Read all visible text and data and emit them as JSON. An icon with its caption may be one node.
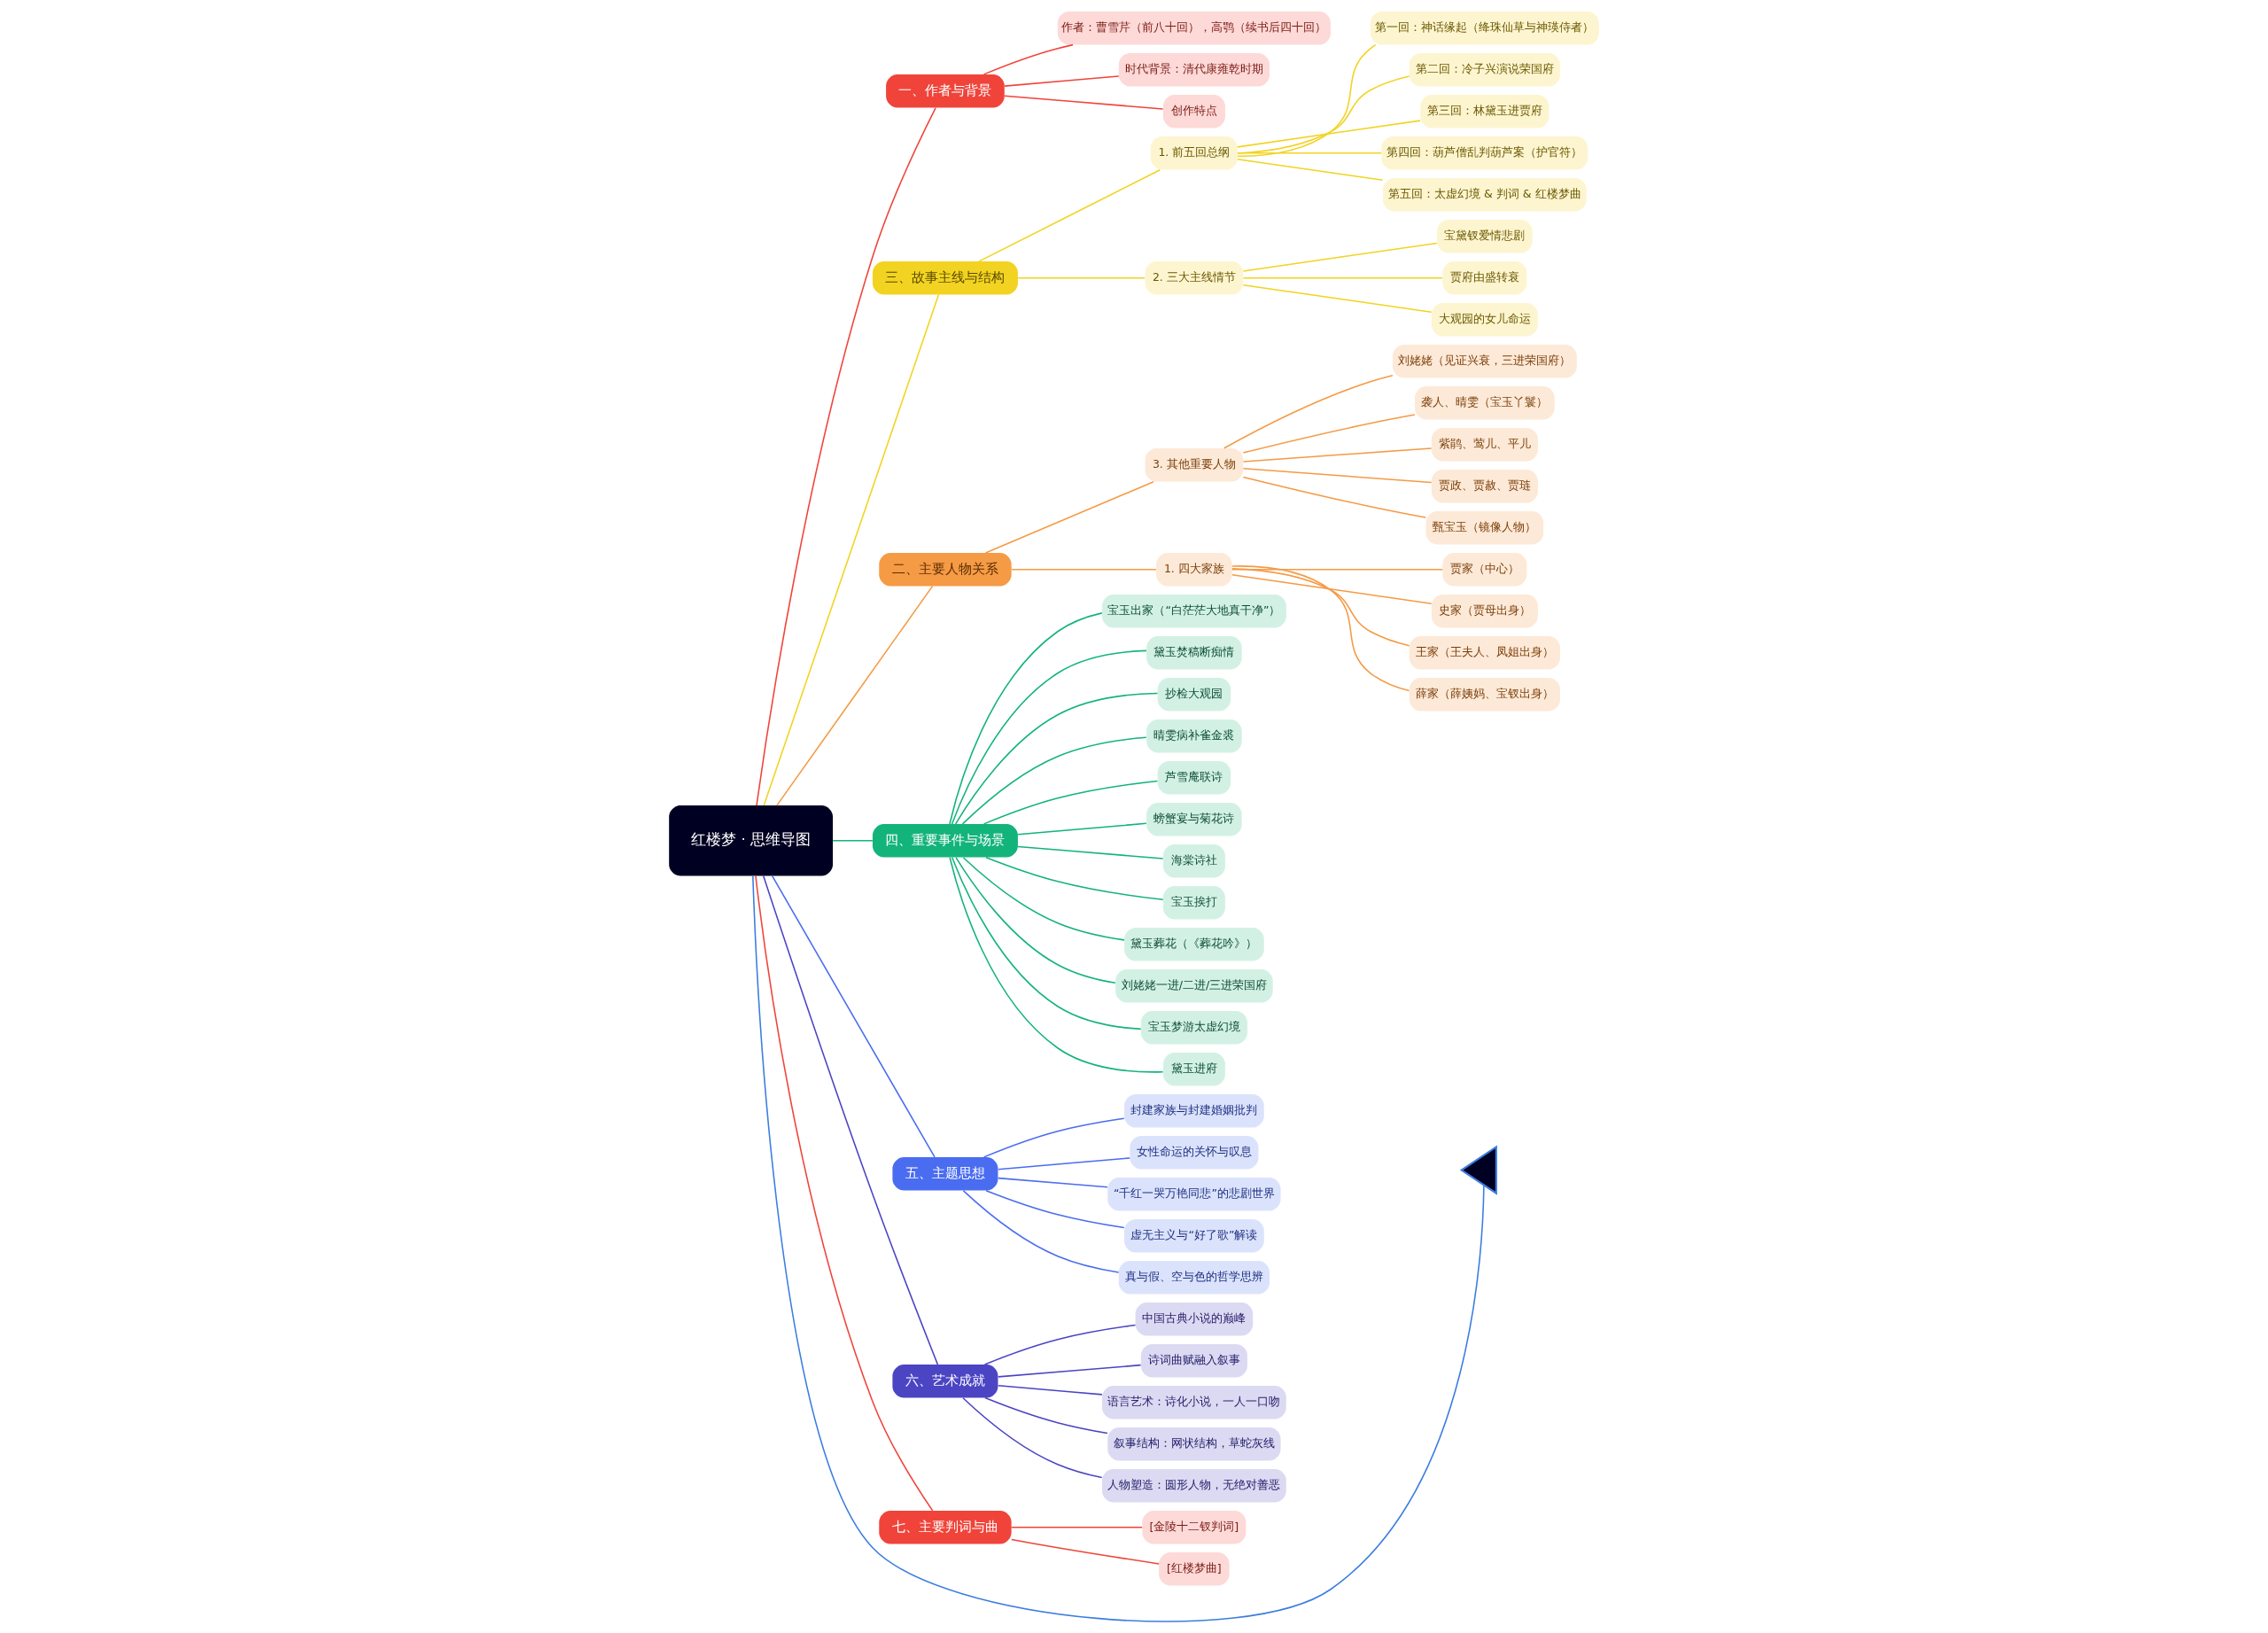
{
  "diagram": {
    "nodes": [
      {
        "text": [
          "红楼梦 · 思维导图"
        ]
      },
      {
        "text": [
          "一、作者与背景"
        ]
      },
      {
        "text": [
          "作者：曹雪芹（前八十回），高鹗（续书后四十回）"
        ]
      },
      {
        "text": [
          "时代背景：清代康雍乾时期"
        ]
      },
      {
        "text": [
          "创作特点"
        ]
      },
      {
        "text": [
          "三、故事主线与结构"
        ]
      },
      {
        "text": [
          "1. 前五回总纲"
        ]
      },
      {
        "text": [
          "第一回：神话缘起（绛珠仙草与神瑛侍者）"
        ]
      },
      {
        "text": [
          "第二回：冷子兴演说荣国府"
        ]
      },
      {
        "text": [
          "第三回：林黛玉进贾府"
        ]
      },
      {
        "text": [
          "第四回：葫芦僧乱判葫芦案（护官符）"
        ]
      },
      {
        "text": [
          "第五回：太虚幻境 & 判词 & 红楼梦曲"
        ]
      },
      {
        "text": [
          "2. 三大主线情节"
        ]
      },
      {
        "text": [
          "宝黛钗爱情悲剧"
        ]
      },
      {
        "text": [
          "贾府由盛转衰"
        ]
      },
      {
        "text": [
          "大观园的女儿命运"
        ]
      },
      {
        "text": [
          "二、主要人物关系"
        ]
      },
      {
        "text": [
          "3. 其他重要人物"
        ]
      },
      {
        "text": [
          "刘姥姥（见证兴衰，三进荣国府）"
        ]
      },
      {
        "text": [
          "袭人、晴雯（宝玉丫鬟）"
        ]
      },
      {
        "text": [
          "紫鹃、莺儿、平儿"
        ]
      },
      {
        "text": [
          "贾政、贾赦、贾琏"
        ]
      },
      {
        "text": [
          "甄宝玉（镜像人物）"
        ]
      },
      {
        "text": [
          "1. 四大家族"
        ]
      },
      {
        "text": [
          "贾家（中心）"
        ]
      },
      {
        "text": [
          "史家（贾母出身）"
        ]
      },
      {
        "text": [
          "王家（王夫人、凤姐出身）"
        ]
      },
      {
        "text": [
          "薛家（薛姨妈、宝钗出身）"
        ]
      },
      {
        "text": [
          "四、重要事件与场景"
        ]
      },
      {
        "text": [
          "宝玉出家（“白茫茫大地真干净”）"
        ]
      },
      {
        "text": [
          "黛玉焚稿断痴情"
        ]
      },
      {
        "text": [
          "抄检大观园"
        ]
      },
      {
        "text": [
          "晴雯病补雀金裘"
        ]
      },
      {
        "text": [
          "芦雪庵联诗"
        ]
      },
      {
        "text": [
          "螃蟹宴与菊花诗"
        ]
      },
      {
        "text": [
          "海棠诗社"
        ]
      },
      {
        "text": [
          "宝玉挨打"
        ]
      },
      {
        "text": [
          "黛玉葬花（《葬花吟》）"
        ]
      },
      {
        "text": [
          "刘姥姥一进/二进/三进荣国府"
        ]
      },
      {
        "text": [
          "宝玉梦游太虚幻境"
        ]
      },
      {
        "text": [
          "黛玉进府"
        ]
      },
      {
        "text": [
          "五、主题思想"
        ]
      },
      {
        "text": [
          "封建家族与封建婚姻批判"
        ]
      },
      {
        "text": [
          "女性命运的关怀与叹息"
        ]
      },
      {
        "text": [
          "“千红一哭万艳同悲”的悲剧世界"
        ]
      },
      {
        "text": [
          "虚无主义与“好了歌”解读"
        ]
      },
      {
        "text": [
          "真与假、空与色的哲学思辨"
        ]
      },
      {
        "text": [
          "六、艺术成就"
        ]
      },
      {
        "text": [
          "中国古典小说的巅峰"
        ]
      },
      {
        "text": [
          "诗词曲赋融入叙事"
        ]
      },
      {
        "text": [
          "语言艺术：诗化小说，一人一口吻"
        ]
      },
      {
        "text": [
          "叙事结构：网状结构，草蛇灰线"
        ]
      },
      {
        "text": [
          "人物塑造：圆形人物，无绝对善恶"
        ]
      },
      {
        "text": [
          "七、主要判词与曲"
        ]
      },
      {
        "text": [
          "[金陵十二钗判词]"
        ]
      },
      {
        "text": [
          "[红楼梦曲]"
        ]
      },
      {
        "text": [],
        "shape": "tail"
      }
    ],
    "edges": [
      {
        "from": 0,
        "to": 56,
        "arrow": "none",
        "color": "#3b7de0"
      },
      {
        "from": 0,
        "to": 1,
        "arrow": "none",
        "color": "#f0443a"
      },
      {
        "from": 1,
        "to": 2,
        "arrow": "none",
        "color": "#f0443a"
      },
      {
        "from": 1,
        "to": 3,
        "arrow": "none",
        "color": "#f0443a"
      },
      {
        "from": 1,
        "to": 4,
        "arrow": "none",
        "color": "#f0443a"
      },
      {
        "from": 0,
        "to": 5,
        "arrow": "none",
        "color": "#f2d321"
      },
      {
        "from": 5,
        "to": 6,
        "arrow": "none",
        "color": "#f2d321"
      },
      {
        "from": 6,
        "to": 7,
        "arrow": "none",
        "color": "#f2d321"
      },
      {
        "from": 6,
        "to": 8,
        "arrow": "none",
        "color": "#f2d321"
      },
      {
        "from": 6,
        "to": 9,
        "arrow": "none",
        "color": "#f2d321"
      },
      {
        "from": 6,
        "to": 10,
        "arrow": "none",
        "color": "#f2d321"
      },
      {
        "from": 6,
        "to": 11,
        "arrow": "none",
        "color": "#f2d321"
      },
      {
        "from": 5,
        "to": 12,
        "arrow": "none",
        "color": "#f2d321"
      },
      {
        "from": 12,
        "to": 13,
        "arrow": "none",
        "color": "#f2d321"
      },
      {
        "from": 12,
        "to": 14,
        "arrow": "none",
        "color": "#f2d321"
      },
      {
        "from": 12,
        "to": 15,
        "arrow": "none",
        "color": "#f2d321"
      },
      {
        "from": 0,
        "to": 16,
        "arrow": "none",
        "color": "#f59a45"
      },
      {
        "from": 16,
        "to": 17,
        "arrow": "none",
        "color": "#f59a45"
      },
      {
        "from": 17,
        "to": 18,
        "arrow": "none",
        "color": "#f59a45"
      },
      {
        "from": 17,
        "to": 19,
        "arrow": "none",
        "color": "#f59a45"
      },
      {
        "from": 17,
        "to": 20,
        "arrow": "none",
        "color": "#f59a45"
      },
      {
        "from": 17,
        "to": 21,
        "arrow": "none",
        "color": "#f59a45"
      },
      {
        "from": 17,
        "to": 22,
        "arrow": "none",
        "color": "#f59a45"
      },
      {
        "from": 16,
        "to": 23,
        "arrow": "none",
        "color": "#f59a45"
      },
      {
        "from": 23,
        "to": 24,
        "arrow": "none",
        "color": "#f59a45"
      },
      {
        "from": 23,
        "to": 25,
        "arrow": "none",
        "color": "#f59a45"
      },
      {
        "from": 23,
        "to": 26,
        "arrow": "none",
        "color": "#f59a45"
      },
      {
        "from": 23,
        "to": 27,
        "arrow": "none",
        "color": "#f59a45"
      },
      {
        "from": 0,
        "to": 28,
        "arrow": "none",
        "color": "#13b37c"
      },
      {
        "from": 28,
        "to": 29,
        "arrow": "none",
        "color": "#13b37c"
      },
      {
        "from": 28,
        "to": 30,
        "arrow": "none",
        "color": "#13b37c"
      },
      {
        "from": 28,
        "to": 31,
        "arrow": "none",
        "color": "#13b37c"
      },
      {
        "from": 28,
        "to": 32,
        "arrow": "none",
        "color": "#13b37c"
      },
      {
        "from": 28,
        "to": 33,
        "arrow": "none",
        "color": "#13b37c"
      },
      {
        "from": 28,
        "to": 34,
        "arrow": "none",
        "color": "#13b37c"
      },
      {
        "from": 28,
        "to": 35,
        "arrow": "none",
        "color": "#13b37c"
      },
      {
        "from": 28,
        "to": 36,
        "arrow": "none",
        "color": "#13b37c"
      },
      {
        "from": 28,
        "to": 37,
        "arrow": "none",
        "color": "#13b37c"
      },
      {
        "from": 28,
        "to": 38,
        "arrow": "none",
        "color": "#13b37c"
      },
      {
        "from": 28,
        "to": 39,
        "arrow": "none",
        "color": "#13b37c"
      },
      {
        "from": 28,
        "to": 40,
        "arrow": "none",
        "color": "#13b37c"
      },
      {
        "from": 0,
        "to": 41,
        "arrow": "none",
        "color": "#4a6cf0"
      },
      {
        "from": 41,
        "to": 42,
        "arrow": "none",
        "color": "#4a6cf0"
      },
      {
        "from": 41,
        "to": 43,
        "arrow": "none",
        "color": "#4a6cf0"
      },
      {
        "from": 41,
        "to": 44,
        "arrow": "none",
        "color": "#4a6cf0"
      },
      {
        "from": 41,
        "to": 45,
        "arrow": "none",
        "color": "#4a6cf0"
      },
      {
        "from": 41,
        "to": 46,
        "arrow": "none",
        "color": "#4a6cf0"
      },
      {
        "from": 0,
        "to": 47,
        "arrow": "none",
        "color": "#4b45c4"
      },
      {
        "from": 47,
        "to": 48,
        "arrow": "none",
        "color": "#4b45c4"
      },
      {
        "from": 47,
        "to": 49,
        "arrow": "none",
        "color": "#4b45c4"
      },
      {
        "from": 47,
        "to": 50,
        "arrow": "none",
        "color": "#4b45c4"
      },
      {
        "from": 47,
        "to": 51,
        "arrow": "none",
        "color": "#4b45c4"
      },
      {
        "from": 47,
        "to": 52,
        "arrow": "none",
        "color": "#4b45c4"
      },
      {
        "from": 0,
        "to": 53,
        "arrow": "none",
        "color": "#f0443a"
      },
      {
        "from": 53,
        "to": 54,
        "arrow": "none",
        "color": "#f0443a"
      },
      {
        "from": 53,
        "to": 55,
        "arrow": "none",
        "color": "#f0443a"
      }
    ]
  }
}
